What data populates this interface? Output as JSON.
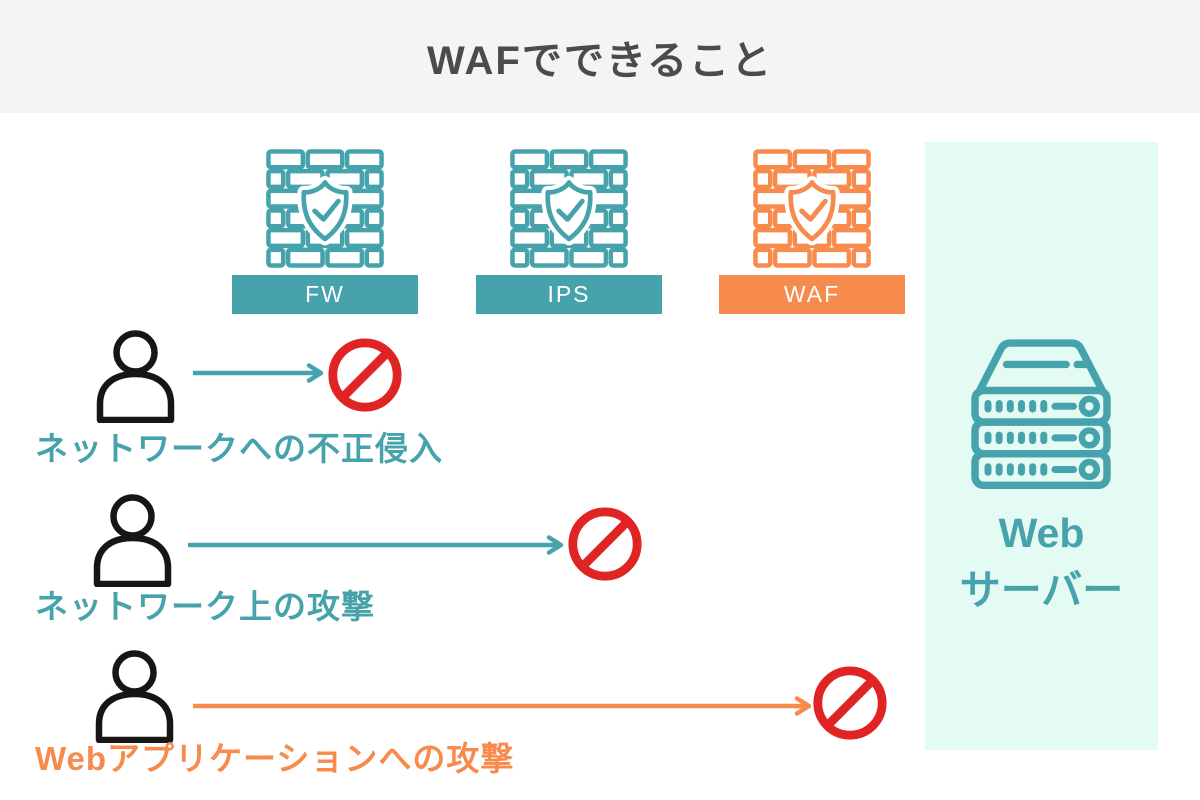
{
  "title": "WAFでできること",
  "colors": {
    "teal": "#46a3ac",
    "orange": "#f78b4d",
    "ban_red": "#e02424",
    "server_panel_mint": "#e4fbf4",
    "header_bg": "#f3f4f4",
    "title_text": "#4b4b4b",
    "attacker_black": "#161616",
    "bar_label_text": "#ffffff"
  },
  "defenses": [
    {
      "id": "fw",
      "label": "FW",
      "color": "#46a3ac",
      "icon": "brick-wall-shield-icon"
    },
    {
      "id": "ips",
      "label": "IPS",
      "color": "#46a3ac",
      "icon": "brick-wall-shield-icon"
    },
    {
      "id": "waf",
      "label": "WAF",
      "color": "#f78b4d",
      "icon": "brick-wall-shield-icon"
    }
  ],
  "attacks": [
    {
      "label": "ネットワークへの不正侵入",
      "color": "#46a3ac",
      "blocked_under": "FW"
    },
    {
      "label": "ネットワーク上の攻撃",
      "color": "#46a3ac",
      "blocked_under": "IPS"
    },
    {
      "label": "Webアプリケーションへの攻撃",
      "color": "#f78b4d",
      "blocked_under": "WAF"
    }
  ],
  "server": {
    "label_line1": "Web",
    "label_line2": "サーバー",
    "icon": "server-rack-icon"
  }
}
